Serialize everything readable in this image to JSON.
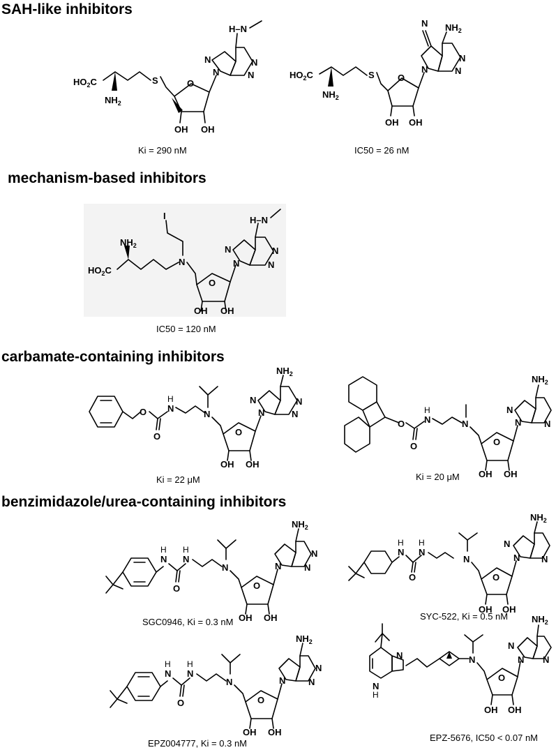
{
  "sections": [
    {
      "title": "SAH-like inhibitors"
    },
    {
      "title": "mechanism-based inhibitors"
    },
    {
      "title": "carbamate-containing inhibitors"
    },
    {
      "title": "benzimidazole/urea-containing inhibitors"
    }
  ],
  "compounds": [
    {
      "caption": "Ki = 290 nM"
    },
    {
      "caption": "IC50 = 26 nM"
    },
    {
      "caption": "IC50 = 120 nM"
    },
    {
      "caption": "Ki = 22 μM"
    },
    {
      "caption": "Ki = 20 μM"
    },
    {
      "caption": "SGC0946, Ki = 0.3 nM"
    },
    {
      "caption": "SYC-522, Ki = 0.5 nM"
    },
    {
      "caption": "EPZ004777, Ki = 0.3 nM"
    },
    {
      "caption": "EPZ-5676, IC50 < 0.07 nM"
    }
  ],
  "atom_labels": {
    "ho2c": "HO2C",
    "nh2": "NH2",
    "nh": "NH",
    "oh": "OH",
    "s": "S",
    "n": "N",
    "o": "O",
    "h": "H",
    "i": "I",
    "cn": "N",
    "hn": "N"
  }
}
